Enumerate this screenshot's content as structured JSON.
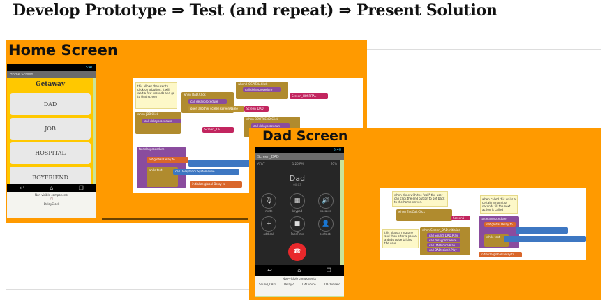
{
  "heading": "Develop Prototype ⇒ Test (and repeat) ⇒ Present Solution",
  "home_slide": {
    "title": "Home Screen",
    "phone": {
      "status_time": "5:40",
      "app_bar": "Home Screen",
      "app_title": "Getaway",
      "buttons": [
        "DAD",
        "JOB",
        "HOSPITAL",
        "BOYFRIEND"
      ],
      "nonvisible_label": "Non-visible components",
      "nonvisible_items": [
        "DelayClock"
      ]
    },
    "blocks": {
      "note": "this allows the user to click on a button, it will wait a few seconds and go to that screen",
      "when_dad": "when DAD.Click",
      "when_job": "when JOB.Click",
      "when_hospital": "when HOSPITAL.Click",
      "when_boyfriend": "when BOYFRIEND.Click",
      "call_delay": "call delayprocedure",
      "open_screen": "open another screen screenName",
      "screen_dad": "Screen_DAD",
      "screen_job": "Screen_JOB",
      "screen_hospital": "Screen_HOSPITAL",
      "to_delay": "to delayprocedure",
      "set_global": "set global Delay to",
      "while_test": "while test",
      "call_clock": "call DelayClock.SystemTime",
      "init_global": "initialize global Delay to"
    }
  },
  "dad_slide": {
    "title": "Dad Screen",
    "phone": {
      "status_time": "5:40",
      "app_bar": "Screen_DAD",
      "carrier": "AT&T",
      "clock": "1:26 PM",
      "battery": "95%",
      "caller": "Dad",
      "duration": "00:03",
      "buttons": [
        {
          "icon": "microphone-icon",
          "glyph": "🎙",
          "label": "mute"
        },
        {
          "icon": "keypad-icon",
          "glyph": "▦",
          "label": "keypad"
        },
        {
          "icon": "speaker-icon",
          "glyph": "🔊",
          "label": "speaker"
        },
        {
          "icon": "plus-icon",
          "glyph": "+",
          "label": "add call"
        },
        {
          "icon": "video-icon",
          "glyph": "■",
          "label": "FaceTime"
        },
        {
          "icon": "contacts-icon",
          "glyph": "👤",
          "label": "contacts"
        }
      ],
      "nonvisible_label": "Non-visible components",
      "nonvisible_items": [
        "Sound_DAD",
        "Delay2",
        "DADvoice",
        "DADvoice2"
      ]
    },
    "blocks": {
      "note1": "when done with the \"call\" the user can click the end button to get back to the home screen.",
      "note2": "when called this waits a certain amount of seconds till the next action is called",
      "note3": "this plays a ringtone and then after a pause a dads voice talking the user",
      "when_end": "when EndCall.Click",
      "open_screen": "open another screen screenName",
      "screen_home": "Screen1",
      "when_init": "when Screen_DAD.Initialize",
      "call_play1": "call Sound_DAD.Play",
      "call_delay": "call delayprocedure",
      "call_voice": "call DADvoice.Play",
      "call_voice2": "call DADvoice2.Play",
      "to_delay": "to delayprocedure",
      "set_global": "set global Delay to",
      "while_test": "while test",
      "init_global": "initialize global Delay to"
    }
  },
  "colors": {
    "orange": "#ff9a00",
    "app_yellow": "#ffc800",
    "end_call_red": "#e8282b"
  }
}
